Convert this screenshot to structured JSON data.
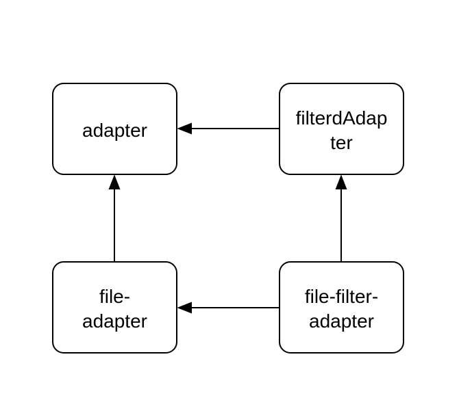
{
  "diagram": {
    "nodes": {
      "adapter": {
        "lines": [
          "adapter"
        ]
      },
      "filtered_adapter": {
        "lines": [
          "filterdAdap",
          "ter"
        ]
      },
      "file_adapter": {
        "lines": [
          "file-",
          "adapter"
        ]
      },
      "file_filter_adapter": {
        "lines": [
          "file-filter-",
          "adapter"
        ]
      }
    },
    "edges": [
      {
        "from": "filtered_adapter",
        "to": "adapter"
      },
      {
        "from": "file_adapter",
        "to": "adapter"
      },
      {
        "from": "file_filter_adapter",
        "to": "filtered_adapter"
      },
      {
        "from": "file_filter_adapter",
        "to": "file_adapter"
      }
    ],
    "colors": {
      "stroke": "#000000",
      "fill": "#ffffff",
      "text": "#000000"
    }
  }
}
